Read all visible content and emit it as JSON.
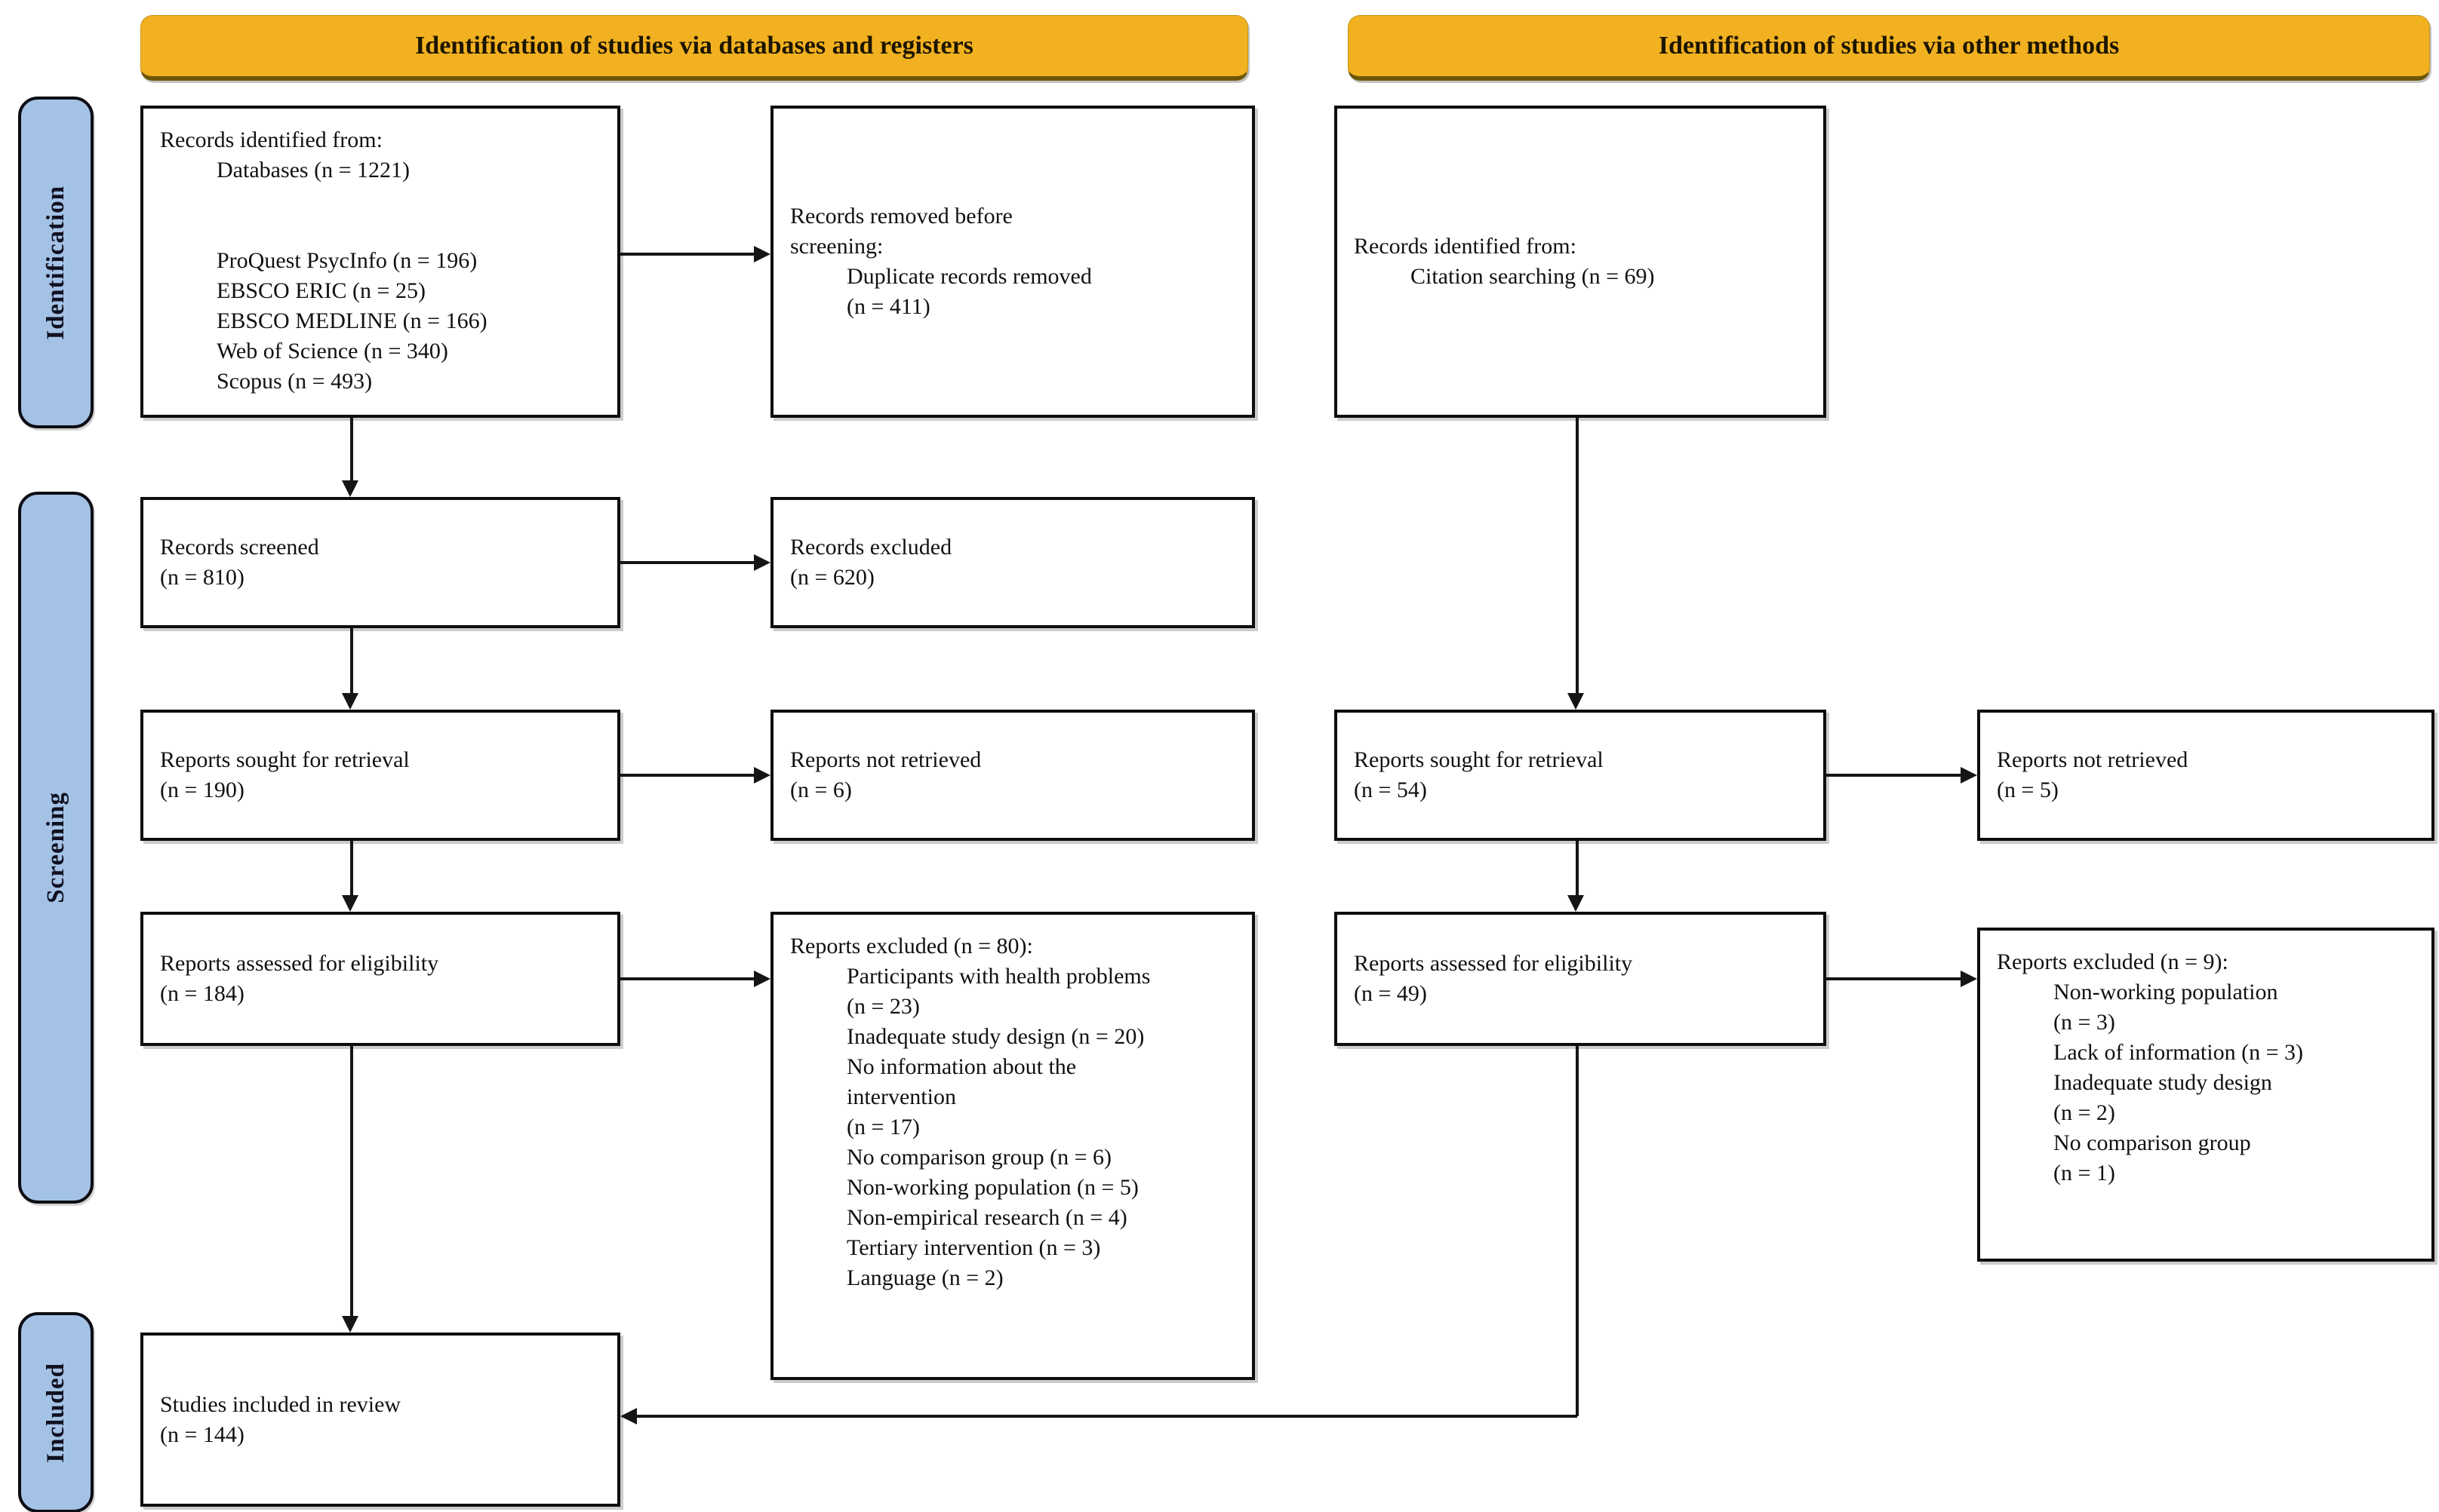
{
  "banners": {
    "left": "Identification of studies via databases and registers",
    "right": "Identification of studies via other methods"
  },
  "stages": {
    "identification": "Identification",
    "screening": "Screening",
    "included": "Included"
  },
  "boxes": {
    "records_identified": "Records identified from:\n          Databases (n = 1221)\n\n\n          ProQuest PsycInfo (n = 196)\n          EBSCO ERIC (n = 25)\n          EBSCO MEDLINE (n = 166)\n          Web of Science (n = 340)\n          Scopus (n = 493)",
    "records_removed": "Records removed before\nscreening:\n          Duplicate records removed\n          (n = 411)",
    "citation_identified": "Records identified from:\n          Citation searching (n = 69)",
    "records_screened": "Records screened\n(n = 810)",
    "records_excluded": "Records excluded\n(n = 620)",
    "reports_sought_left": "Reports sought for retrieval\n(n = 190)",
    "reports_not_retrieved_left": "Reports not retrieved\n(n = 6)",
    "reports_sought_right": "Reports sought for retrieval\n(n = 54)",
    "reports_not_retrieved_right": "Reports not retrieved\n(n = 5)",
    "reports_assessed_left": "Reports assessed for eligibility\n(n = 184)",
    "reports_excluded_left": "Reports excluded (n = 80):\n          Participants with health problems\n          (n = 23)\n          Inadequate study design (n = 20)\n          No information about the\n          intervention\n          (n = 17)\n          No comparison group (n = 6)\n          Non-working population (n = 5)\n          Non-empirical research (n = 4)\n          Tertiary intervention (n = 3)\n          Language (n = 2)",
    "reports_assessed_right": "Reports assessed for eligibility\n(n = 49)",
    "reports_excluded_right": "Reports excluded (n = 9):\n          Non-working population\n          (n = 3)\n          Lack of information (n = 3)\n          Inadequate study design\n          (n = 2)\n          No comparison group\n          (n = 1)",
    "studies_included": "Studies included in review\n(n = 144)"
  },
  "colors": {
    "banner_fill": "#F2B120",
    "stage_fill": "#A4C2E5",
    "box_border": "#0D0D0D",
    "arrow": "#151515"
  }
}
